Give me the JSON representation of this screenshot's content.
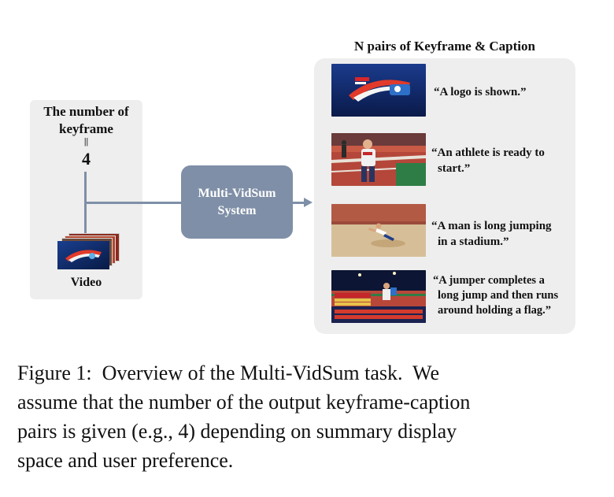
{
  "input": {
    "number_label_line1": "The number of",
    "number_label_line2": "keyframe",
    "equals_mark": "||",
    "number_value": "4",
    "video_label": "Video"
  },
  "system": {
    "line1": "Multi-VidSum",
    "line2": "System"
  },
  "output": {
    "title": "N pairs of Keyframe & Caption",
    "pairs": [
      {
        "caption_lines": [
          "“A logo is shown.”"
        ],
        "thumbnail_icon": "sports-logo-thumbnail"
      },
      {
        "caption_lines": [
          "“An athlete is ready to",
          "start.”"
        ],
        "thumbnail_icon": "athlete-running-thumbnail"
      },
      {
        "caption_lines": [
          "“A man is long jumping",
          "in a stadium.”"
        ],
        "thumbnail_icon": "long-jump-thumbnail"
      },
      {
        "caption_lines": [
          "“A jumper completes a",
          "long jump and then runs",
          "around holding a flag.”"
        ],
        "thumbnail_icon": "scoreboard-thumbnail"
      }
    ]
  },
  "figure_caption": {
    "lines": [
      "Figure 1:  Overview of the Multi-VidSum task.  We",
      "assume that the number of the output keyframe-caption",
      "pairs is given (e.g., 4) depending on summary display",
      "space and user preference."
    ]
  },
  "colors": {
    "panel_bg": "#eeeeee",
    "system_box": "#7f8fa7",
    "connector": "#7e8fa8"
  }
}
